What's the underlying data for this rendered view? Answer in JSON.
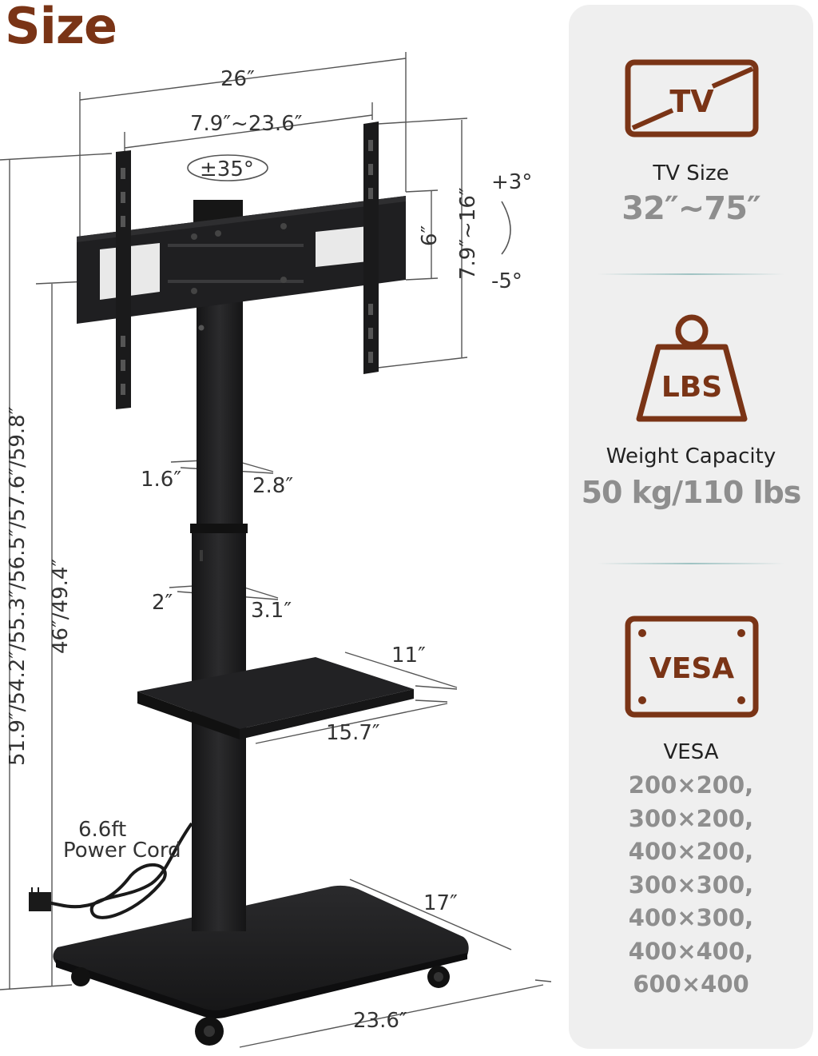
{
  "title": "Size",
  "colors": {
    "accent": "#7a3416",
    "value_grey": "#8e8e8e",
    "panel_bg": "#efefef",
    "stand": "#1c1c1e"
  },
  "dimensions": {
    "overall_width": "26″",
    "plate_spacing": "7.9″~23.6″",
    "swivel": "±35°",
    "tilt_up": "+3°",
    "tilt_down": "-5°",
    "bracket_height": "6″",
    "vesa_height_range": "7.9″~16″",
    "upper_column_depth": "1.6″",
    "upper_column_width": "2.8″",
    "lower_column_depth": "2″",
    "lower_column_width": "3.1″",
    "shelf_depth": "11″",
    "shelf_width": "15.7″",
    "total_heights": "51.9″/54.2″/55.3″/56.5″/57.6″/59.8″",
    "shelf_heights": "46″/49.4″",
    "cord_length": "6.6ft",
    "cord_label": "Power Cord",
    "base_depth": "17″",
    "base_width": "23.6″"
  },
  "specs": {
    "tv": {
      "icon_text": "TV",
      "label": "TV Size",
      "value": "32″~75″"
    },
    "weight": {
      "icon_text": "LBS",
      "label": "Weight Capacity",
      "value": "50 kg/110 lbs"
    },
    "vesa": {
      "icon_text": "VESA",
      "label": "VESA",
      "values": [
        "200×200,",
        "300×200,",
        "400×200,",
        "300×300,",
        "400×300,",
        "400×400,",
        "600×400"
      ]
    }
  }
}
